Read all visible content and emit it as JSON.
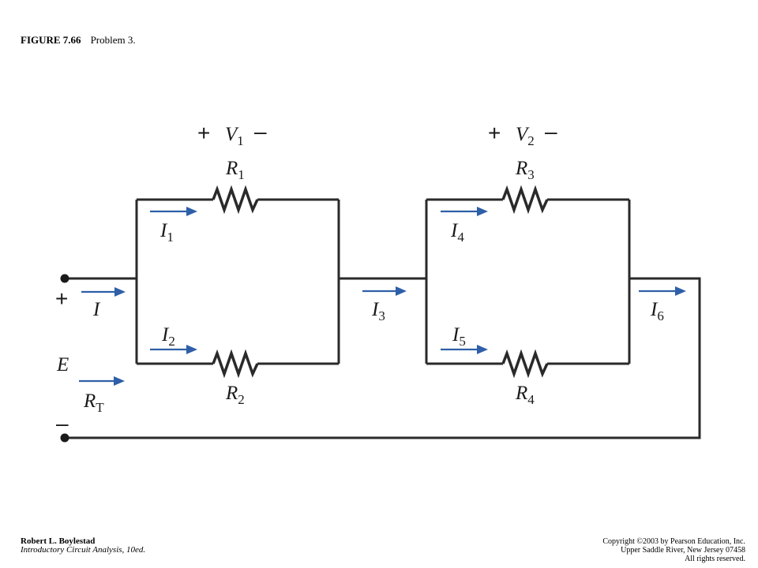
{
  "header": {
    "figure_number": "FIGURE 7.66",
    "caption": "Problem 3."
  },
  "circuit": {
    "source": {
      "label": "E",
      "plus_symbol": "+",
      "minus_symbol": "–"
    },
    "total_current": {
      "symbol": "I"
    },
    "total_resistance": {
      "symbol": "R",
      "subscript": "T"
    },
    "voltages": [
      {
        "plus": "+",
        "symbol": "V",
        "subscript": "1",
        "minus": "–"
      },
      {
        "plus": "+",
        "symbol": "V",
        "subscript": "2",
        "minus": "–"
      }
    ],
    "resistors": [
      {
        "symbol": "R",
        "subscript": "1"
      },
      {
        "symbol": "R",
        "subscript": "2"
      },
      {
        "symbol": "R",
        "subscript": "3"
      },
      {
        "symbol": "R",
        "subscript": "4"
      }
    ],
    "currents": [
      {
        "symbol": "I",
        "subscript": "1"
      },
      {
        "symbol": "I",
        "subscript": "2"
      },
      {
        "symbol": "I",
        "subscript": "3"
      },
      {
        "symbol": "I",
        "subscript": "4"
      },
      {
        "symbol": "I",
        "subscript": "5"
      },
      {
        "symbol": "I",
        "subscript": "6"
      }
    ],
    "colors": {
      "wire": "#2a2a2a",
      "arrow": "#2e5fa8"
    }
  },
  "footer": {
    "author": "Robert L. Boylestad",
    "book": "Introductory Circuit Analysis, 10ed.",
    "copyright_line1": "Copyright ©2003 by Pearson Education, Inc.",
    "copyright_line2": "Upper Saddle River, New Jersey 07458",
    "copyright_line3": "All rights reserved."
  }
}
